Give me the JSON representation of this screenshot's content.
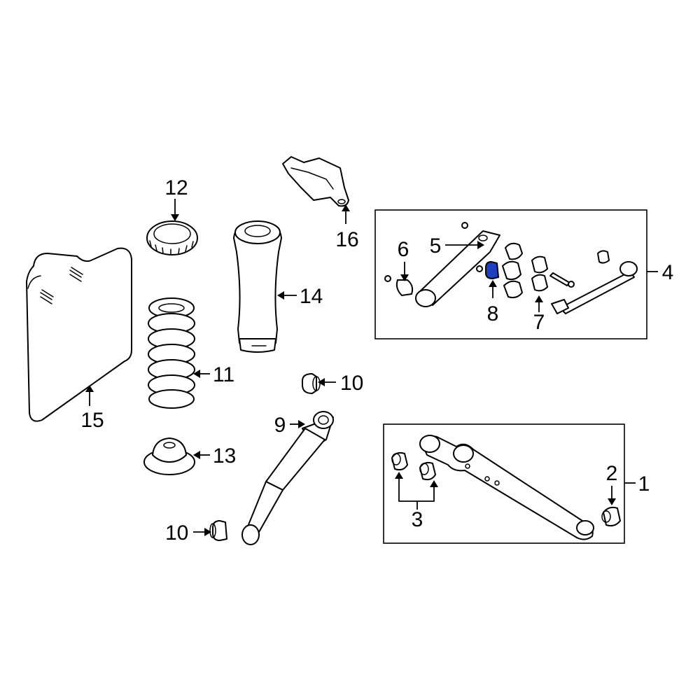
{
  "callouts": {
    "c1": "1",
    "c2": "2",
    "c3": "3",
    "c4": "4",
    "c5": "5",
    "c6": "6",
    "c7": "7",
    "c8": "8",
    "c9": "9",
    "c10a": "10",
    "c10b": "10",
    "c11": "11",
    "c12": "12",
    "c13": "13",
    "c14": "14",
    "c15": "15",
    "c16": "16"
  },
  "colors": {
    "highlight": "#1e3fc0",
    "line": "#000000",
    "background": "#ffffff"
  }
}
